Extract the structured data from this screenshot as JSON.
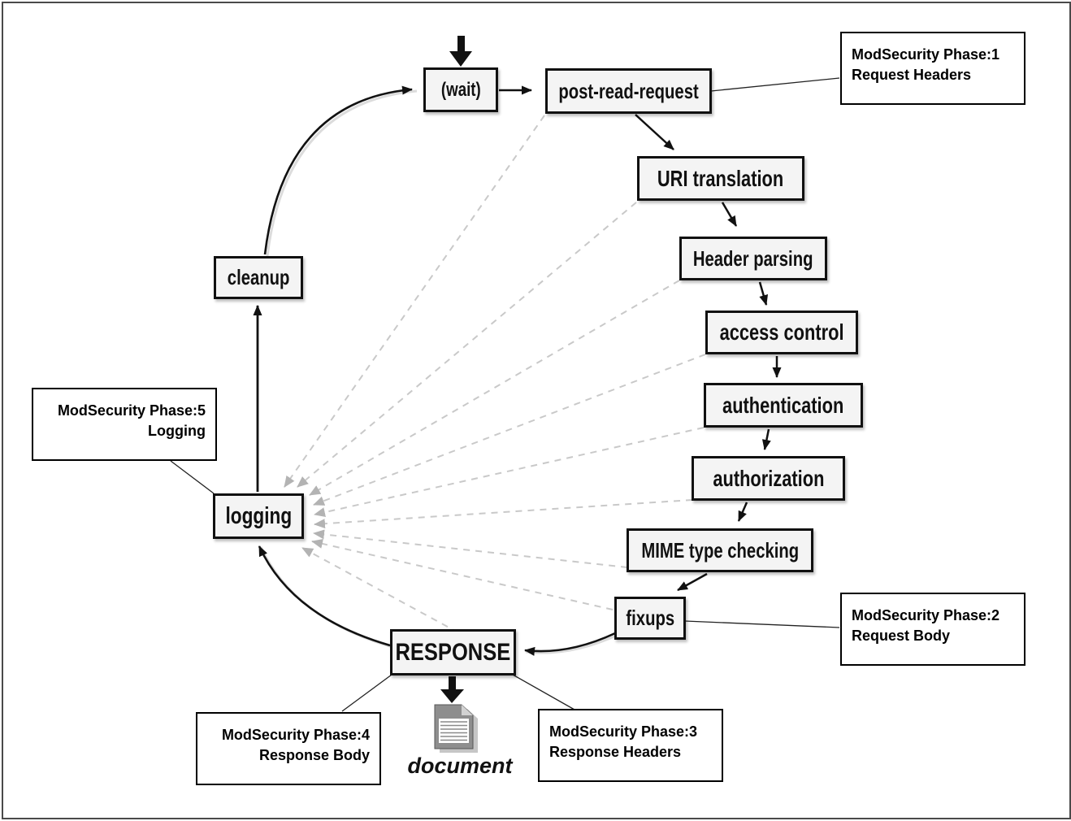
{
  "type": "flow-diagram",
  "nodes": {
    "wait": {
      "label": "(wait)"
    },
    "post_read_request": {
      "label": "post-read-request"
    },
    "uri_translation": {
      "label": "URI translation"
    },
    "header_parsing": {
      "label": "Header parsing"
    },
    "access_control": {
      "label": "access control"
    },
    "authentication": {
      "label": "authentication"
    },
    "authorization": {
      "label": "authorization"
    },
    "mime_type_checking": {
      "label": "MIME type checking"
    },
    "fixups": {
      "label": "fixups"
    },
    "response": {
      "label": "RESPONSE"
    },
    "logging": {
      "label": "logging"
    },
    "cleanup": {
      "label": "cleanup"
    },
    "document": {
      "label": "document"
    }
  },
  "annotations": {
    "phase1": {
      "line1": "ModSecurity Phase:1",
      "line2": "Request Headers"
    },
    "phase2": {
      "line1": "ModSecurity Phase:2",
      "line2": "Request Body"
    },
    "phase3": {
      "line1": "ModSecurity Phase:3",
      "line2": "Response Headers"
    },
    "phase4": {
      "line1": "ModSecurity Phase:4",
      "line2": "Response Body"
    },
    "phase5": {
      "line1": "ModSecurity Phase:5",
      "line2": "Logging"
    }
  },
  "edges": {
    "solid_cycle": [
      "(wait)",
      "post-read-request",
      "URI translation",
      "Header parsing",
      "access control",
      "authentication",
      "authorization",
      "MIME type checking",
      "fixups",
      "RESPONSE",
      "logging",
      "cleanup",
      "(wait)"
    ],
    "dashed_to_logging_from": [
      "post-read-request",
      "URI translation",
      "Header parsing",
      "access control",
      "authentication",
      "authorization",
      "MIME type checking",
      "fixups",
      "RESPONSE"
    ],
    "response_output": "document"
  },
  "colors": {
    "node_fill": "#f4f4f4",
    "node_border": "#111111",
    "dashed_line": "#c9c9c9",
    "dashed_arrowhead": "#b3b3b3",
    "note_border": "#000000",
    "frame_border": "#4a4a4a",
    "background": "#ffffff"
  }
}
